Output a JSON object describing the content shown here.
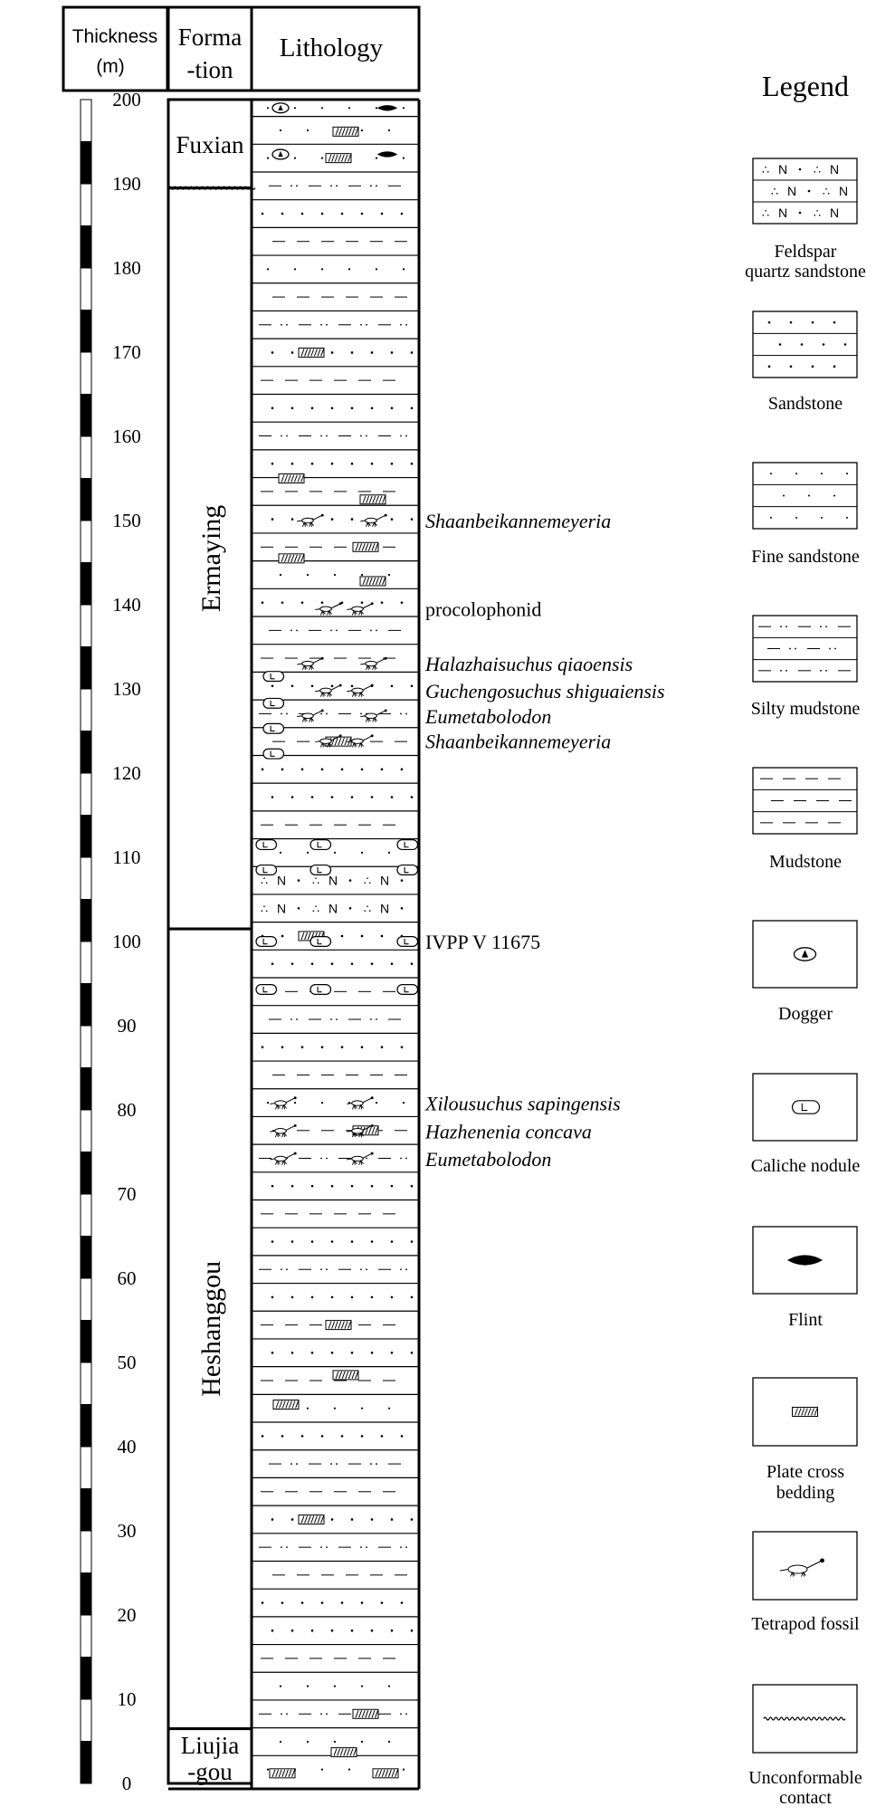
{
  "header": {
    "thickness_line1": "Thickness",
    "thickness_line2": "(m)",
    "formation_line1": "Forma",
    "formation_line2": "-tion",
    "lithology": "Lithology"
  },
  "scale": {
    "min": 0,
    "max": 200,
    "step": 10,
    "labels": [
      "0",
      "10",
      "20",
      "30",
      "40",
      "50",
      "60",
      "70",
      "80",
      "90",
      "100",
      "110",
      "120",
      "130",
      "140",
      "150",
      "160",
      "170",
      "180",
      "190",
      "200"
    ]
  },
  "formations": [
    {
      "lines": [
        "Fuxian"
      ],
      "from": 189.5,
      "to": 200,
      "orientation": "horizontal"
    },
    {
      "lines": [
        "Ermaying"
      ],
      "from": 101.5,
      "to": 189.5,
      "orientation": "vertical"
    },
    {
      "lines": [
        "Heshanggou"
      ],
      "from": 6.5,
      "to": 101.5,
      "orientation": "vertical"
    },
    {
      "lines": [
        "Liujia",
        "-gou"
      ],
      "from": 0,
      "to": 6.5,
      "orientation": "horizontal"
    }
  ],
  "fossils": [
    {
      "label": "Shaanbeikannemeyeria",
      "at": 150,
      "italic": true
    },
    {
      "label": "procolophonid",
      "at": 139.5,
      "italic": false
    },
    {
      "label": "Halazhaisuchus qiaoensis",
      "at": 133,
      "italic": true
    },
    {
      "label": "Guchengosuchus shiguaiensis",
      "at": 129.8,
      "italic": true
    },
    {
      "label": "Eumetabolodon",
      "at": 126.8,
      "italic": true
    },
    {
      "label": "Shaanbeikannemeyeria",
      "at": 123.8,
      "italic": true
    },
    {
      "label": "IVPP V 11675",
      "at": 100,
      "italic": false
    },
    {
      "label": "Xilousuchus sapingensis",
      "at": 80.8,
      "italic": true
    },
    {
      "label": "Hazhenenia concava",
      "at": 77.5,
      "italic": true
    },
    {
      "label": "Eumetabolodon",
      "at": 74.2,
      "italic": true
    }
  ],
  "legend": {
    "title": "Legend",
    "items": [
      {
        "key": "feldspar",
        "lines": [
          "Feldspar",
          "quartz sandstone"
        ]
      },
      {
        "key": "sandstone",
        "lines": [
          "Sandstone"
        ]
      },
      {
        "key": "fine",
        "lines": [
          "Fine sandstone"
        ]
      },
      {
        "key": "silty",
        "lines": [
          "Silty mudstone"
        ]
      },
      {
        "key": "mudstone",
        "lines": [
          "Mudstone"
        ]
      },
      {
        "key": "dogger",
        "lines": [
          "Dogger"
        ]
      },
      {
        "key": "caliche",
        "lines": [
          "Caliche nodule"
        ]
      },
      {
        "key": "flint",
        "lines": [
          "Flint"
        ]
      },
      {
        "key": "plate",
        "lines": [
          "Plate cross",
          "bedding"
        ]
      },
      {
        "key": "tetrapod",
        "lines": [
          "Tetrapod fossil"
        ]
      },
      {
        "key": "unconformable",
        "lines": [
          "Unconformable",
          "contact"
        ]
      }
    ]
  },
  "symbols": {
    "feldspar_mark": "N",
    "feldspar_dots": "∴",
    "caliche_mark": "L"
  },
  "colors": {
    "ink": "#000000",
    "paper": "#ffffff"
  }
}
